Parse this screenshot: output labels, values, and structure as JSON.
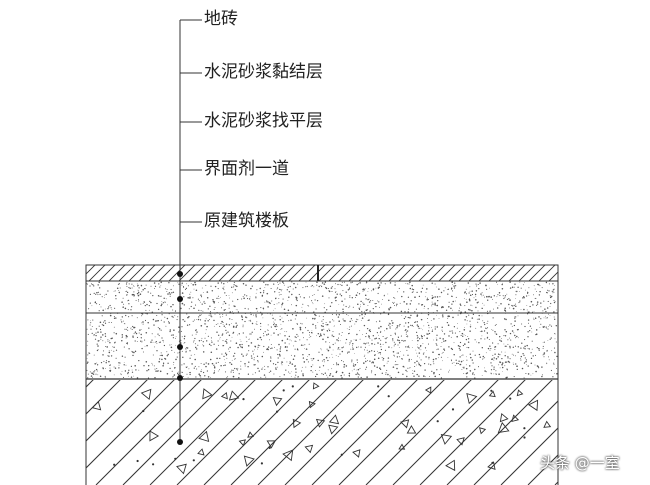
{
  "labels": {
    "floor_tile": "地砖",
    "mortar_bonding_layer": "水泥砂浆黏结层",
    "mortar_leveling_layer": "水泥砂浆找平层",
    "interface_agent": "界面剂一道",
    "original_slab": "原建筑楼板"
  },
  "watermark": "头条 @一室",
  "colors": {
    "line": "#333333",
    "text": "#222222",
    "background": "#ffffff"
  }
}
